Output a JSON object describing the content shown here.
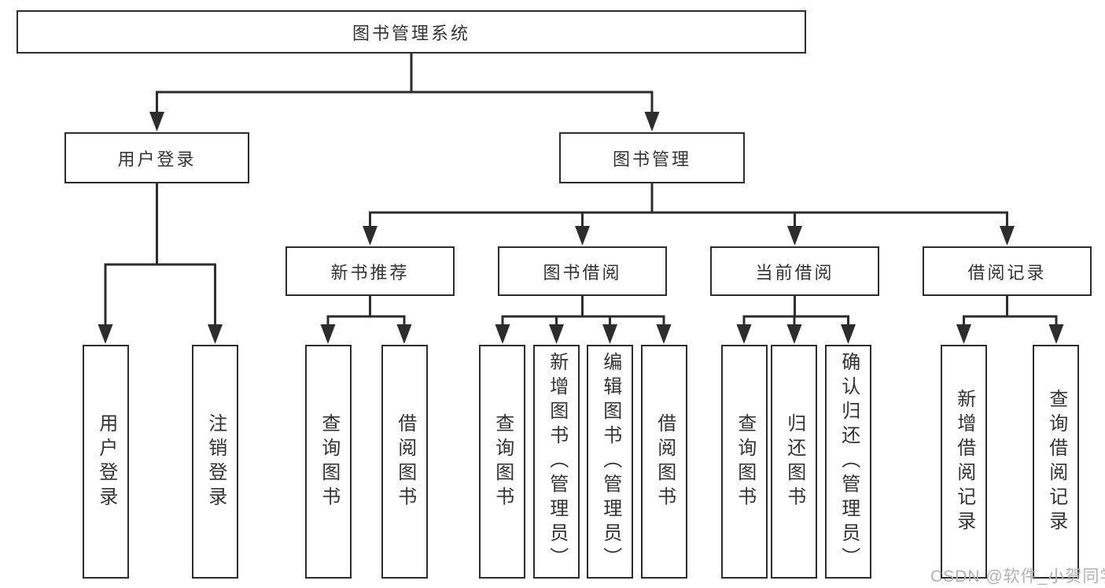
{
  "diagram": {
    "root": {
      "label": "图书管理系统"
    },
    "branches": [
      {
        "label": "用户登录",
        "children": [
          {
            "label": "用户登录"
          },
          {
            "label": "注销登录"
          }
        ]
      },
      {
        "label": "图书管理",
        "children": [
          {
            "label": "新书推荐",
            "children": [
              {
                "label": "查询图书"
              },
              {
                "label": "借阅图书"
              }
            ]
          },
          {
            "label": "图书借阅",
            "children": [
              {
                "label": "查询图书"
              },
              {
                "label": "新增图书（管理员）"
              },
              {
                "label": "编辑图书（管理员）"
              },
              {
                "label": "借阅图书"
              }
            ]
          },
          {
            "label": "当前借阅",
            "children": [
              {
                "label": "查询图书"
              },
              {
                "label": "归还图书"
              },
              {
                "label": "确认归还（管理员）"
              }
            ]
          },
          {
            "label": "借阅记录",
            "children": [
              {
                "label": "新增借阅记录"
              },
              {
                "label": "查询借阅记录"
              }
            ]
          }
        ]
      }
    ]
  },
  "watermark": {
    "text": "CSDN @软件_小贺同学"
  },
  "colors": {
    "line": "#2d2d2d",
    "box_border": "#2d2d2d",
    "text": "#333333",
    "background": "#ffffff",
    "watermark": "#b2b2b2"
  }
}
